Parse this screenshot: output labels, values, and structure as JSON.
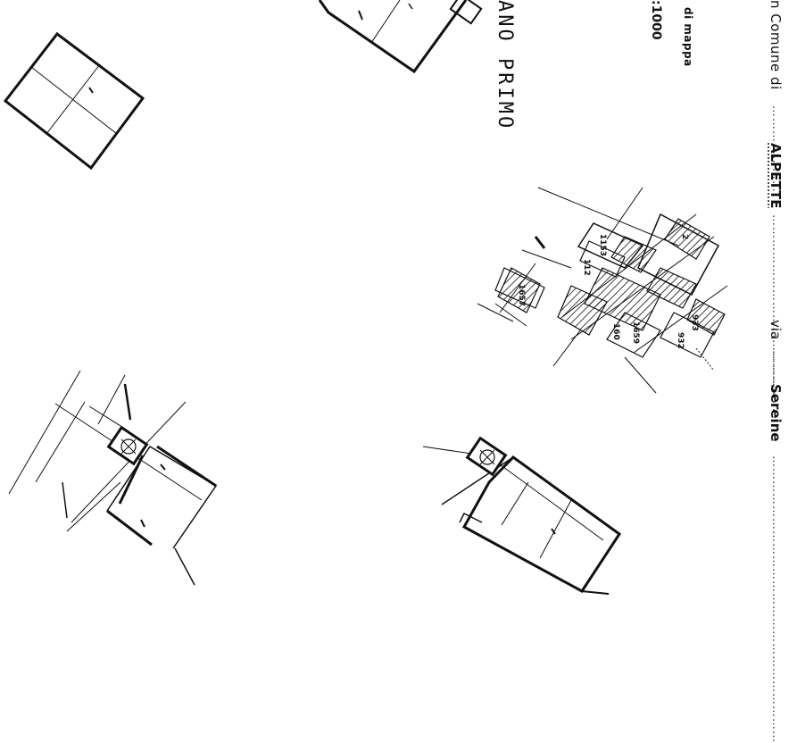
{
  "header": {
    "comune_prefix": "n Comune di",
    "comune_dots": "…………………",
    "comune_name": "ALPETTE",
    "via_dots": "……………………………………",
    "via_label": "via",
    "via_dots2": "……………",
    "via_name": "Sereine",
    "trailing_dots": "……………………………………………………………"
  },
  "map_info": {
    "mappa_label": "di mappa",
    "scale": ":1000",
    "floor_label": "ANO PRIMO"
  },
  "parcels": {
    "p1": "1153",
    "p2": "2",
    "p3": "112",
    "p4": "160",
    "p5": "1659",
    "p6": "1657",
    "p7": "932",
    "p8": "933"
  },
  "colors": {
    "ink": "#111111",
    "paper": "#ffffff"
  }
}
